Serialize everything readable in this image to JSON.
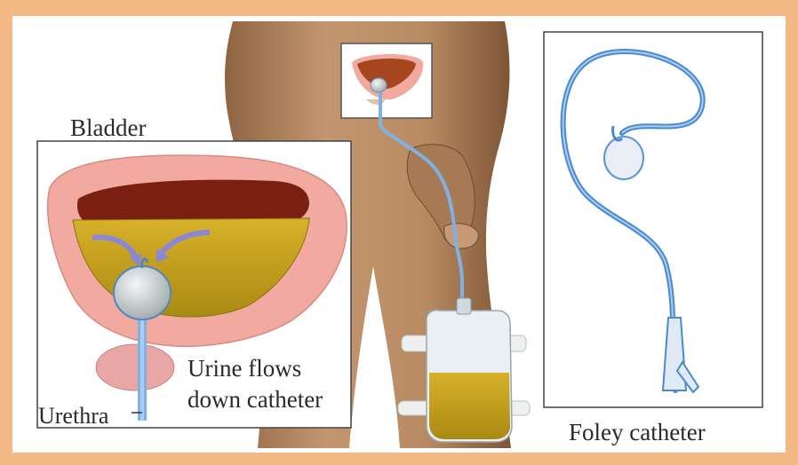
{
  "labels": {
    "bladder": "Bladder",
    "urine_line1": "Urine flows",
    "urine_line2": "down catheter",
    "urethra": "Urethra",
    "foley": "Foley catheter"
  },
  "colors": {
    "frame": "#f4b886",
    "skin": "#b88a62",
    "bladder_wall": "#f2a9a0",
    "urine": "#c9a418",
    "catheter": "#7fb2e3",
    "arrow": "#8a86d8"
  }
}
